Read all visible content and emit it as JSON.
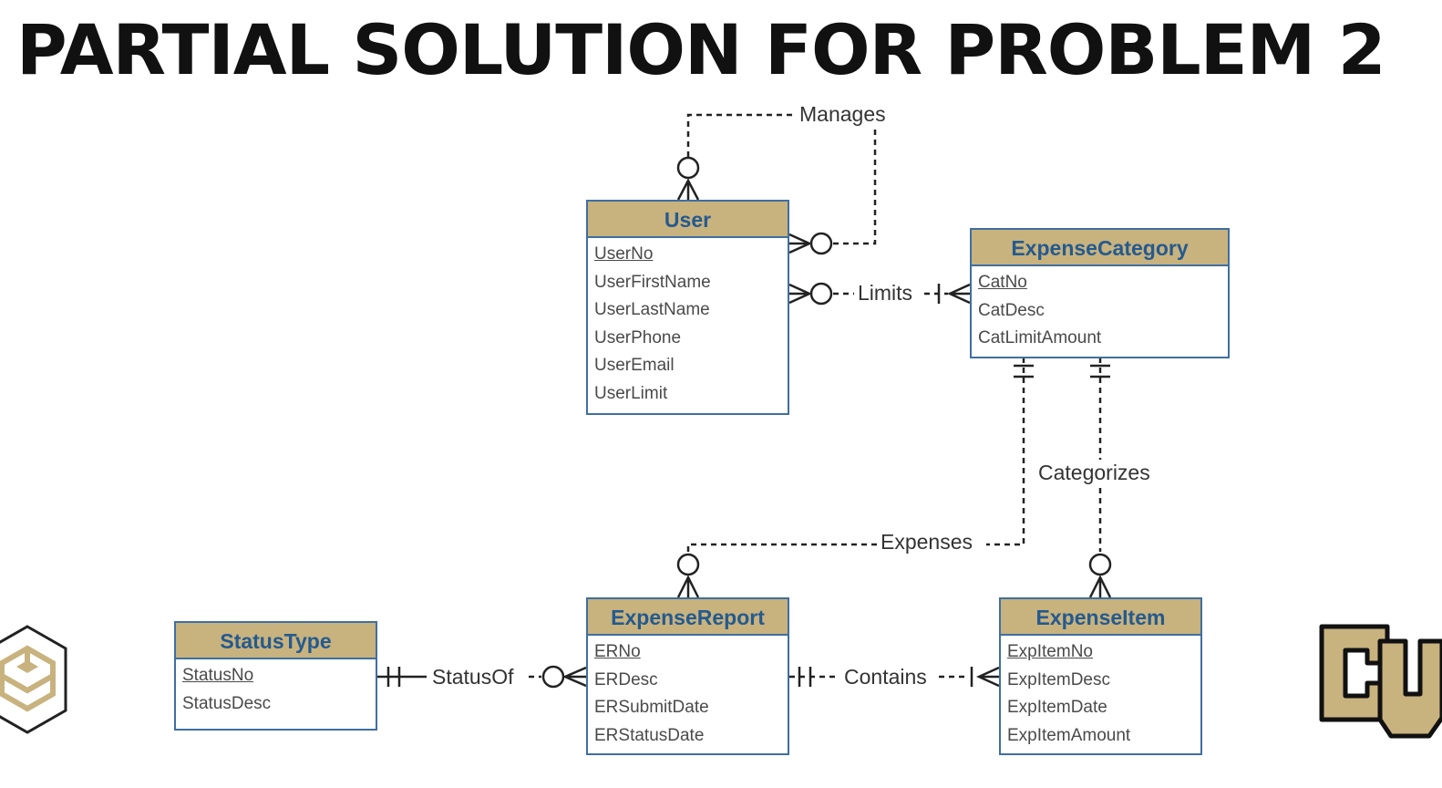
{
  "title": "PARTIAL SOLUTION FOR PROBLEM 2",
  "colors": {
    "header_fill": "#c8b27e",
    "header_text": "#245a8f",
    "border": "#3f6fa0",
    "attribute_text": "#4a4a4a",
    "line": "#222222"
  },
  "entities": {
    "user": {
      "name": "User",
      "attributes": [
        "UserNo",
        "UserFirstName",
        "UserLastName",
        "UserPhone",
        "UserEmail",
        "UserLimit"
      ]
    },
    "expense_category": {
      "name": "ExpenseCategory",
      "attributes": [
        "CatNo",
        "CatDesc",
        "CatLimitAmount"
      ]
    },
    "status_type": {
      "name": "StatusType",
      "attributes": [
        "StatusNo",
        "StatusDesc"
      ]
    },
    "expense_report": {
      "name": "ExpenseReport",
      "attributes": [
        "ERNo",
        "ERDesc",
        "ERSubmitDate",
        "ERStatusDate"
      ]
    },
    "expense_item": {
      "name": "ExpenseItem",
      "attributes": [
        "ExpItemNo",
        "ExpItemDesc",
        "ExpItemDate",
        "ExpItemAmount"
      ]
    }
  },
  "relationships": {
    "manages": "Manages",
    "limits": "Limits",
    "categorizes": "Categorizes",
    "expenses": "Expenses",
    "status_of": "StatusOf",
    "contains": "Contains"
  },
  "logos": {
    "left": "stacked-book-hexagon-logo",
    "right": "cu-logo"
  }
}
